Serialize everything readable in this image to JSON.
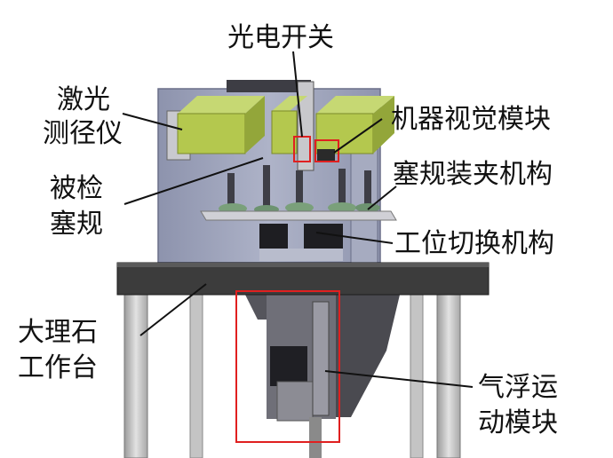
{
  "labels": {
    "photoelectric_switch": "光电开关",
    "laser_gauge_line1": "激光",
    "laser_gauge_line2": "测径仪",
    "vision_module": "机器视觉模块",
    "tested_gauge_line1": "被检",
    "tested_gauge_line2": "塞规",
    "gauge_clamp": "塞规装夹机构",
    "station_switch": "工位切换机构",
    "marble_table_line1": "大理石",
    "marble_table_line2": "工作台",
    "air_float_line1": "气浮运",
    "air_float_line2": "动模块"
  },
  "colors": {
    "highlight_box": "#e02020",
    "laser_box": "#b4c84e",
    "frame": "#9ea4bc",
    "table_top": "#3c3c3c",
    "leader_line": "#111111"
  }
}
